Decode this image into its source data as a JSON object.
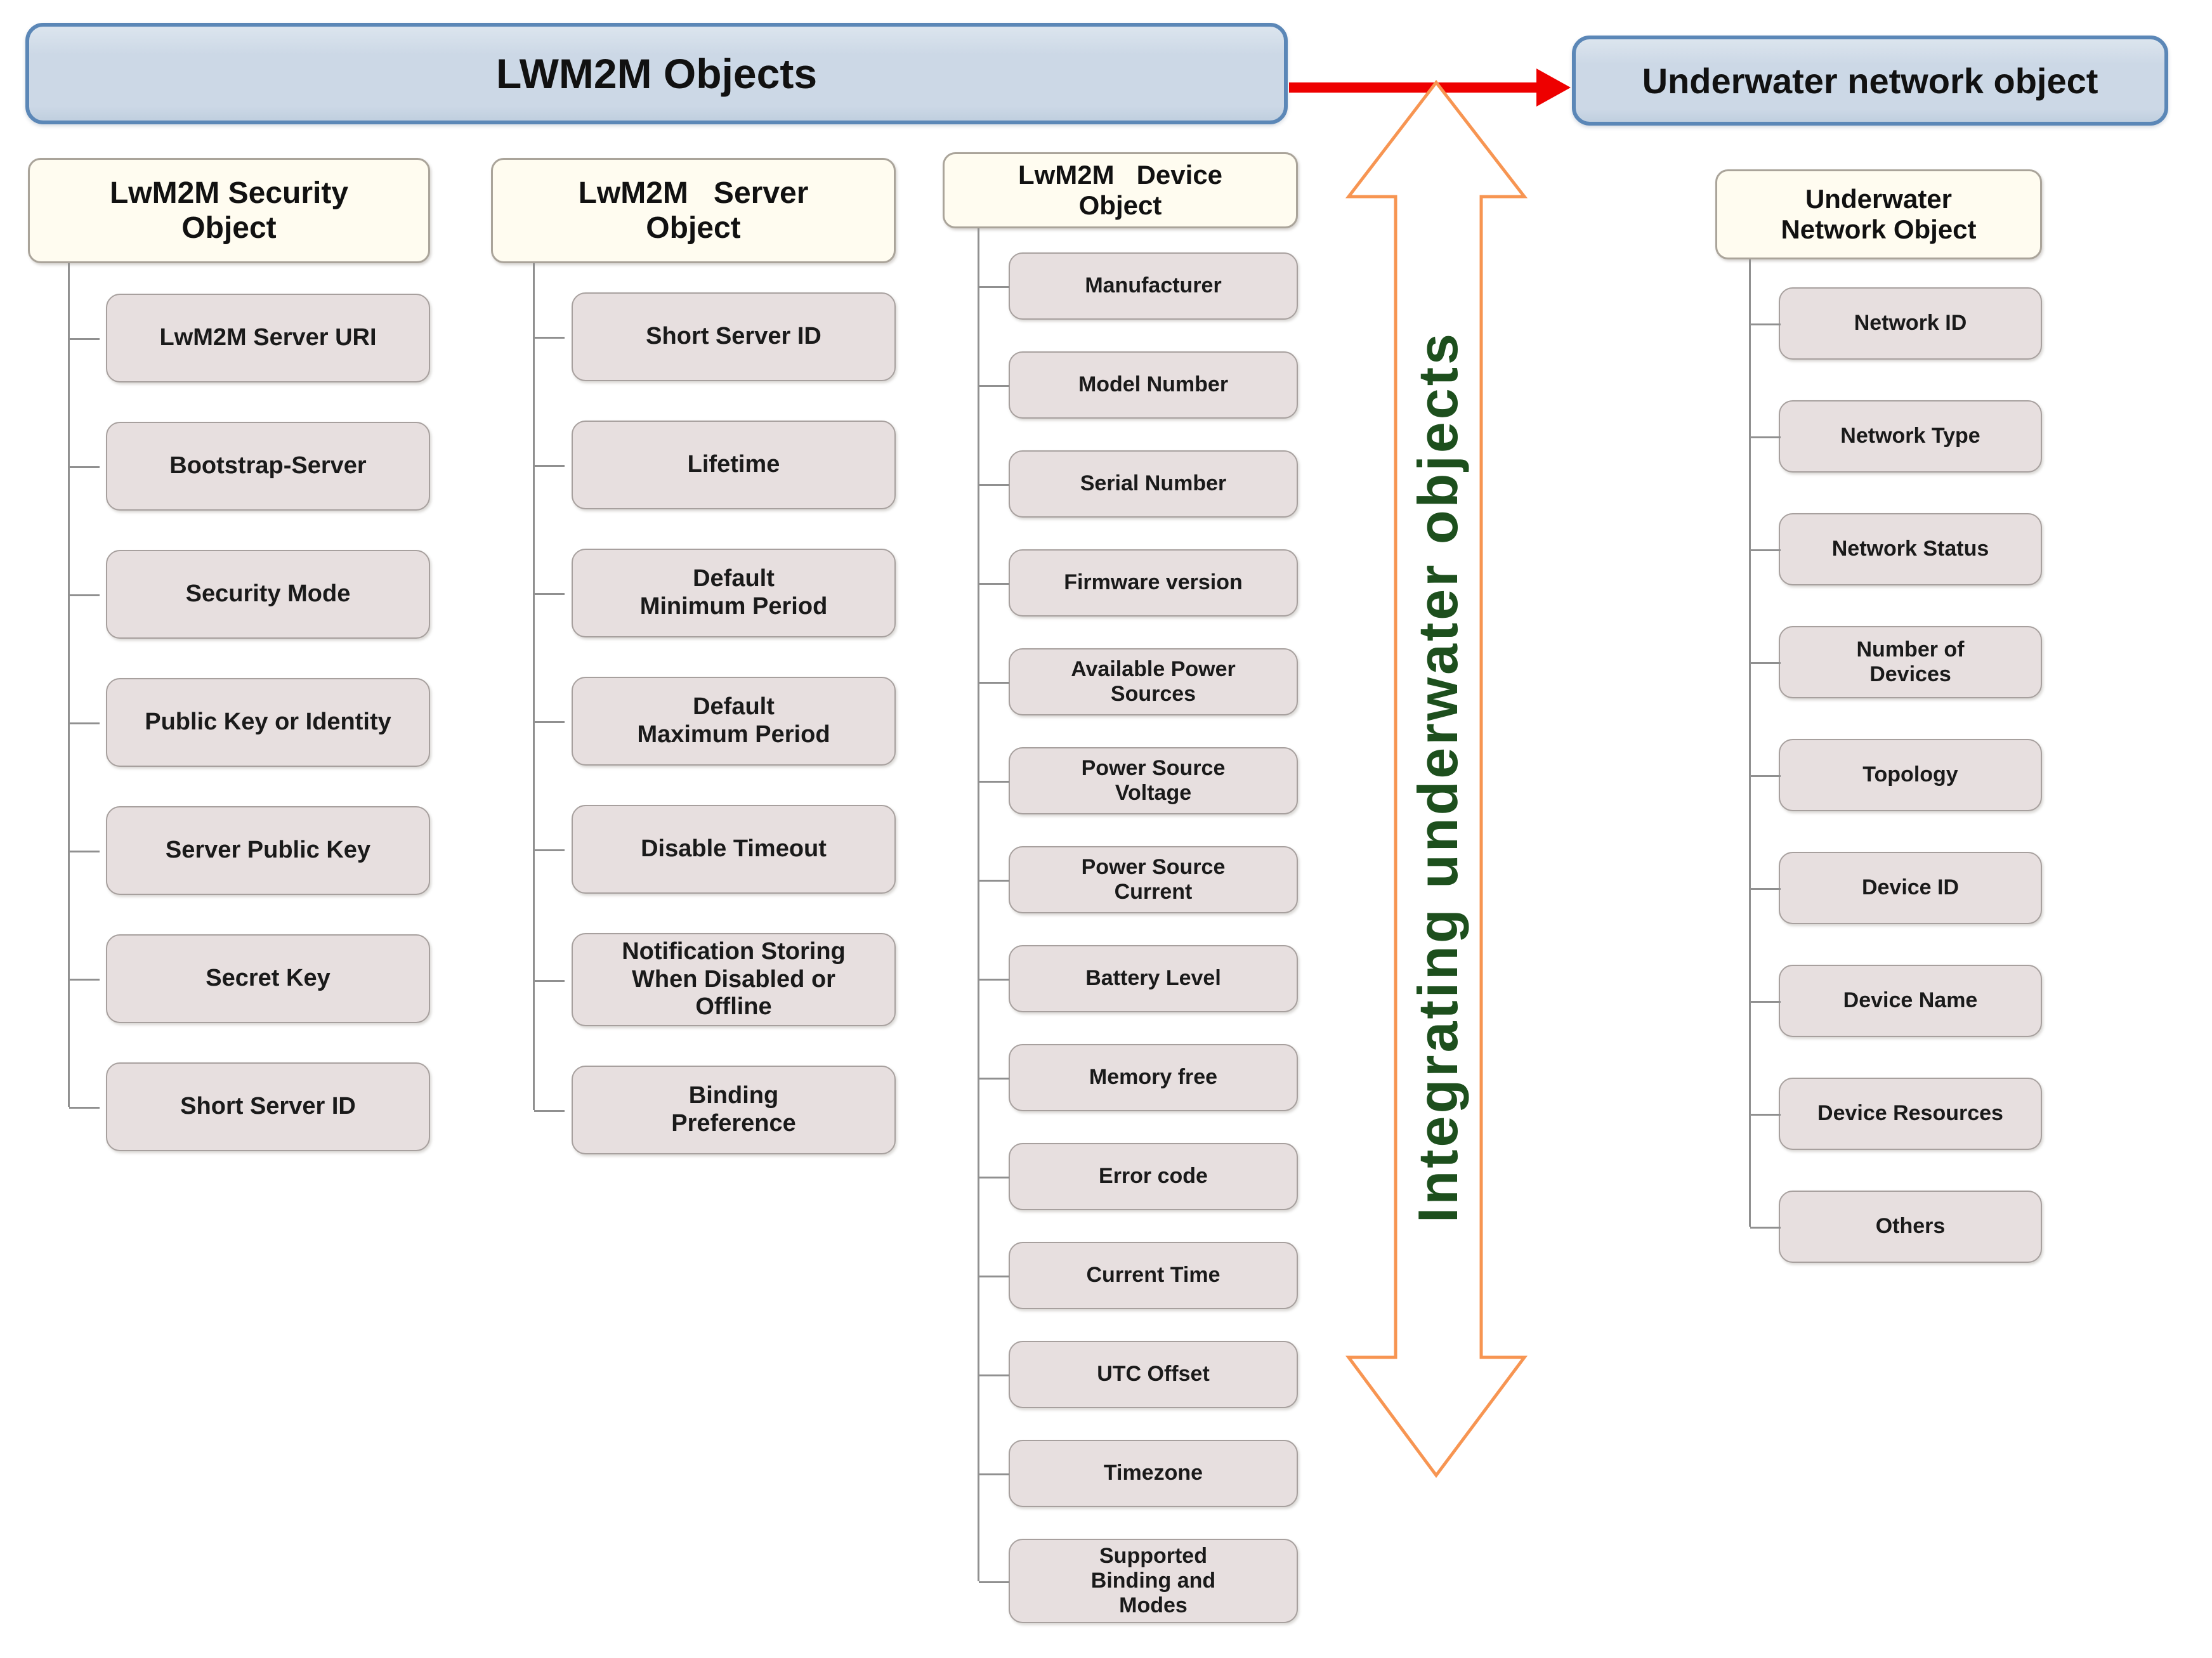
{
  "bars": {
    "lwm2m_objects": "LWM2M Objects",
    "underwater_network": "Underwater network object"
  },
  "integration_arrow_label": "Integrating underwater objects",
  "columns": [
    {
      "title": "LwM2M Security\nObject",
      "items": [
        "LwM2M Server URI",
        "Bootstrap-Server",
        "Security Mode",
        "Public Key or Identity",
        "Server Public Key",
        "Secret Key",
        "Short Server ID"
      ]
    },
    {
      "title": "LwM2M   Server\nObject",
      "items": [
        "Short Server ID",
        "Lifetime",
        "Default\nMinimum Period",
        "Default\nMaximum Period",
        "Disable Timeout",
        "Notification Storing\nWhen Disabled or\nOffline",
        "Binding\nPreference"
      ]
    },
    {
      "title": "LwM2M   Device\nObject",
      "items": [
        "Manufacturer",
        "Model Number",
        "Serial Number",
        "Firmware version",
        "Available Power\nSources",
        "Power Source\nVoltage",
        "Power Source\nCurrent",
        "Battery Level",
        "Memory free",
        "Error code",
        "Current Time",
        "UTC Offset",
        "Timezone",
        "Supported\nBinding and\nModes"
      ]
    },
    {
      "title": "Underwater\nNetwork Object",
      "items": [
        "Network ID",
        "Network Type",
        "Network Status",
        "Number of\nDevices",
        "Topology",
        "Device ID",
        "Device Name",
        "Device Resources",
        "Others"
      ]
    }
  ],
  "colors": {
    "bar_fill": "#ccd8e6",
    "bar_border": "#5b87b7",
    "header_fill": "#fffcf0",
    "item_fill": "#e7dfdf",
    "connector": "#909090",
    "red_arrow": "#ee0000",
    "integration_arrow_outline": "#f79552",
    "integration_label_green": "#1d4f1d"
  }
}
